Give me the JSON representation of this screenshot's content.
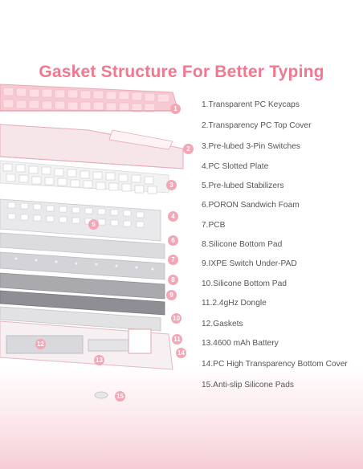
{
  "title": "Gasket Structure For Better Typing",
  "colors": {
    "title": "#f0788f",
    "callout": "#f3a7b6",
    "text": "#555555"
  },
  "legend": [
    "1.Transparent PC Keycaps",
    "2.Transparency PC Top Cover",
    "3.Pre-lubed 3-Pin Switches",
    "4.PC Slotted Plate",
    "5.Pre-lubed Stabilizers",
    "6.PORON Sandwich Foam",
    "7.PCB",
    "8.Silicone Bottom Pad",
    "9.IXPE Switch Under-PAD",
    "10.Silicone Bottom Pad",
    "11.2.4gHz Dongle",
    "12.Gaskets",
    "13.4600 mAh Battery",
    "14.PC High Transparency Bottom Cover",
    "15.Anti-slip Silicone Pads"
  ],
  "callouts": [
    "1",
    "2",
    "3",
    "4",
    "5",
    "6",
    "7",
    "8",
    "9",
    "10",
    "11",
    "12",
    "13",
    "14",
    "15"
  ]
}
